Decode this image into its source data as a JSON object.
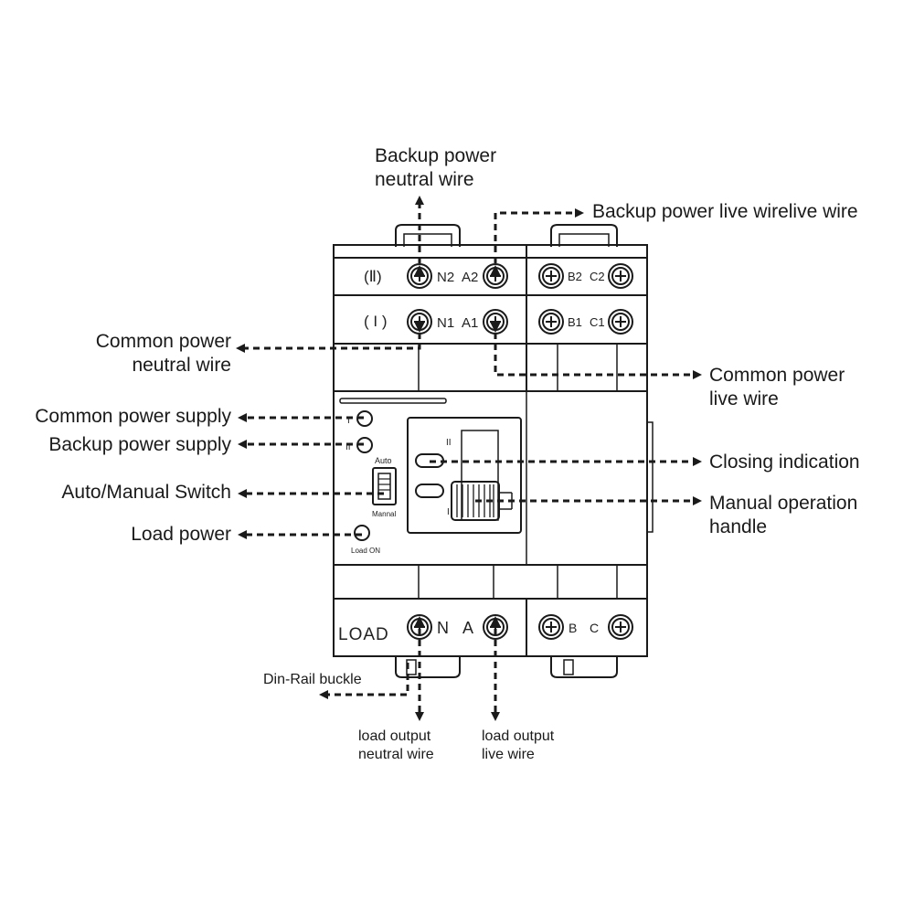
{
  "callouts": {
    "backup_neutral": [
      "Backup power",
      "neutral wire"
    ],
    "backup_live": "Backup power live wirelive wire",
    "common_neutral": [
      "Common power",
      "neutral wire"
    ],
    "common_live": [
      "Common power",
      "live wire"
    ],
    "common_supply": "Common power supply",
    "backup_supply": "Backup power supply",
    "auto_manual": "Auto/Manual Switch",
    "load_power": "Load power",
    "closing_indication": "Closing indication",
    "manual_handle": [
      "Manual operation",
      "handle"
    ],
    "din_rail": "Din-Rail buckle",
    "load_neutral": [
      "load output",
      "neutral wire"
    ],
    "load_live": [
      "load output",
      "live wire"
    ]
  },
  "device": {
    "row2_tag": "(Ⅱ)",
    "row1_tag": "( I )",
    "row2_terms": [
      "N2",
      "A2",
      "B2",
      "C2"
    ],
    "row1_terms": [
      "N1",
      "A1",
      "B1",
      "C1"
    ],
    "load_tag": "LOAD",
    "load_terms": [
      "N",
      "A",
      "B",
      "C"
    ],
    "led_common": "I",
    "led_backup": "II",
    "switch_auto": "Auto",
    "switch_manual": "Mannal",
    "load_led": "Load ON",
    "pos_two": "II",
    "pos_one": "I"
  },
  "colors": {
    "line": "#1a1a1a",
    "background": "#ffffff",
    "body_fill": "#ffffff"
  }
}
